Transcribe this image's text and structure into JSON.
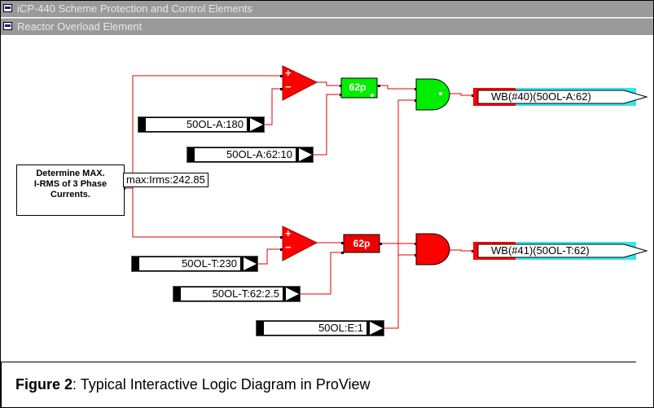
{
  "window": {
    "title1": "iCP-440 Scheme Protection and Control Elements",
    "title2": "Reactor Overload Element"
  },
  "max_block": {
    "label_line1": "Determine MAX.",
    "label_line2": "I-RMS of 3 Phase",
    "label_line3": "Currents.",
    "readout": "max:Irms:242.85"
  },
  "inputs": {
    "ol_a_pickup": "50OL-A:180",
    "ol_a_timer": "50OL-A:62:10",
    "ol_t_pickup": "50OL-T:230",
    "ol_t_timer": "50OL-T:62:2.5",
    "ol_enable": "50OL:E:1"
  },
  "timers": {
    "top": "62p",
    "bottom": "62p"
  },
  "outputs": {
    "top": "WB(#40)(50OL-A:62)",
    "bottom": "WB(#41)(50OL-T:62)"
  },
  "comparators": {
    "plus": "+",
    "minus": "−"
  },
  "caption": {
    "bold": "Figure 2",
    "text": ": Typical Interactive Logic Diagram in ProView"
  },
  "colors": {
    "wire": "#e00000",
    "comparator": "#ff0000",
    "timer_active": "#00ee00",
    "timer_inactive": "#ee0000",
    "and_active": "#00ee00",
    "and_inactive": "#ff0000",
    "output_red": "#ff0000",
    "output_cyan": "#33e6f0",
    "titlebar": "#9a9a9a"
  }
}
